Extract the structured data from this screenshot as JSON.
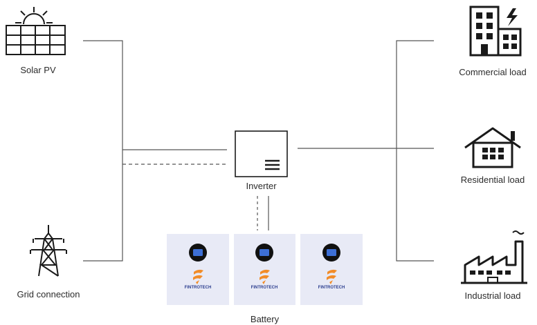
{
  "labels": {
    "solar_pv": "Solar PV",
    "grid_connection": "Grid connection",
    "inverter": "Inverter",
    "battery": "Battery",
    "commercial_load": "Commercial load",
    "residential_load": "Residential load",
    "industrial_load": "Industrial load"
  },
  "battery_units": [
    {
      "brand": "FINTROTECH"
    },
    {
      "brand": "FINTROTECH"
    },
    {
      "brand": "FINTROTECH"
    }
  ],
  "colors": {
    "line": "#555555",
    "icon": "#1a1a1a",
    "battery_panel": "#e8eaf6",
    "battery_screen_ring": "#111111",
    "battery_screen": "#3d6fd6",
    "brand_logo": "#f28c28",
    "brand_text": "#2c3e8f"
  },
  "icons": {
    "solar": "solar-panel-icon",
    "grid": "power-tower-icon",
    "inverter": "inverter-box-icon",
    "commercial": "office-building-icon",
    "residential": "house-icon",
    "industrial": "factory-icon"
  }
}
